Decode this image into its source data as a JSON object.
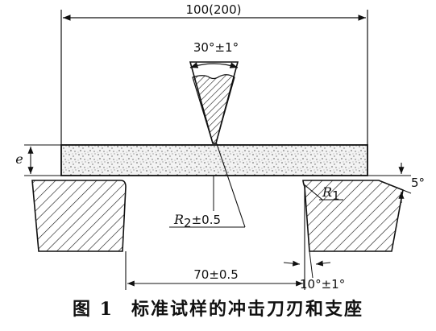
{
  "labels": {
    "total_width": "100(200)",
    "knife_angle": "30°±1°",
    "specimen_thickness": "e",
    "tip_radius_symbol": "R",
    "tip_radius_sub": "2",
    "tip_radius_tol": "±0.5",
    "support_radius_symbol": "R",
    "support_radius_sub": "1",
    "support_slope": "5°",
    "span": "70±0.5",
    "support_angle": "10°±1°"
  },
  "caption": {
    "figure_number": "图 1",
    "title": "标准试样的冲击刀刃和支座"
  }
}
